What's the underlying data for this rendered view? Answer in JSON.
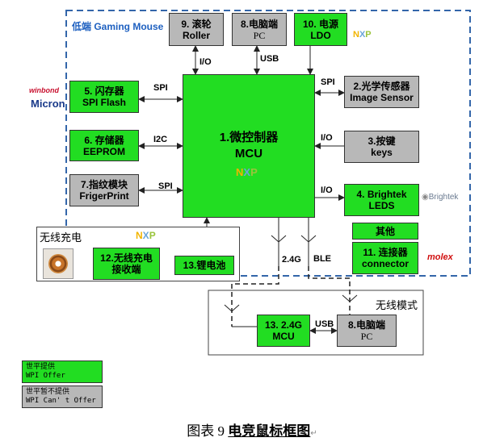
{
  "colors": {
    "module_green": "#22dd22",
    "module_gray": "#b8b8b8",
    "dashed_border": "#3366aa",
    "title_blue": "#1e60c0"
  },
  "region_title": "低端 Gaming Mouse",
  "mcu": {
    "line1": "1.微控制器",
    "line2": "MCU"
  },
  "blocks": {
    "roller": {
      "line1": "9. 滚轮",
      "line2": "Roller"
    },
    "pc_top": {
      "line1": "8.电脑端",
      "line2": "PC"
    },
    "ldo": {
      "line1": "10. 电源",
      "line2": "LDO"
    },
    "flash": {
      "line1": "5. 闪存器",
      "line2": "SPI Flash"
    },
    "eeprom": {
      "line1": "6. 存储器",
      "line2": "EEPROM"
    },
    "fingerprint": {
      "line1": "7.指纹模块",
      "line2": "FrigerPrint"
    },
    "sensor": {
      "line1": "2.光学传感器",
      "line2": "Image Sensor"
    },
    "keys": {
      "line1": "3.按键",
      "line2": "keys"
    },
    "leds": {
      "line1": "4. Brightek",
      "line2": "LEDS"
    },
    "other": {
      "line1": "其他"
    },
    "connector": {
      "line1": "11. 连接器",
      "line2": "connector"
    },
    "wc_receiver": {
      "line1": "12.无线充电",
      "line2": "接收端"
    },
    "battery": {
      "line1": "13.锂电池"
    },
    "mcu24": {
      "line1": "13. 2.4G",
      "line2": "MCU"
    },
    "pc_wireless": {
      "line1": "8.电脑端",
      "line2": "PC"
    }
  },
  "bus_labels": {
    "io_roller": "I/O",
    "usb": "USB",
    "spi_flash": "SPI",
    "i2c": "I2C",
    "spi_fp": "SPI",
    "spi_sensor": "SPI",
    "io_keys": "I/O",
    "io_leds": "I/O",
    "g24": "2.4G",
    "ble": "BLE",
    "usb_wireless": "USB"
  },
  "wireless_charging_title": "无线充电",
  "wireless_mode_title": "无线模式",
  "logos": {
    "winbond": "winbond",
    "micron": "Micron",
    "nxp": "NXP",
    "brightek": "Brightek",
    "molex": "molex"
  },
  "legend": {
    "offer_line1": "世平提供",
    "offer_line2": "WPI Offer",
    "no_offer_line1": "世平暂不提供",
    "no_offer_line2": "WPI Can' t Offer"
  },
  "caption": {
    "prefix": "图表 9 ",
    "title": "电竞鼠标框图",
    "mark": "↵"
  }
}
